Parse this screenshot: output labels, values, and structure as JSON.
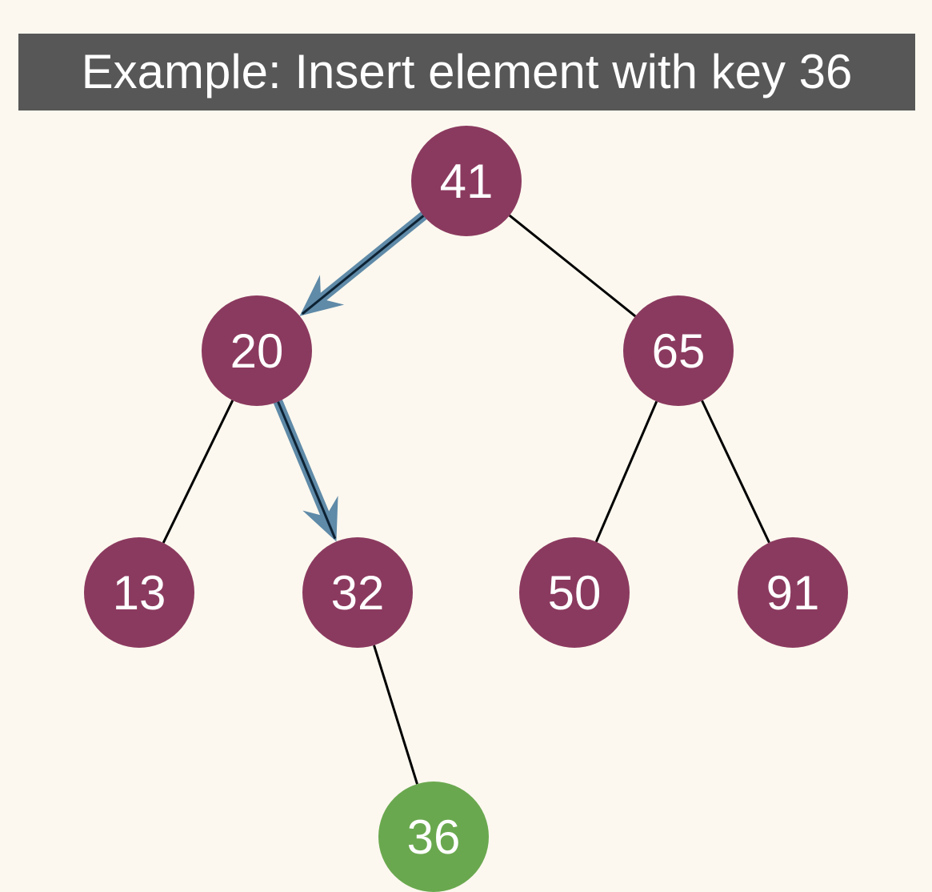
{
  "title": "Example: Insert element with key 36",
  "colors": {
    "background": "#fcf8ef",
    "title_bg": "#575757",
    "node": "#8b3a5f",
    "new_node": "#6aa84f",
    "path_arrow": "#5f8aa8",
    "edge": "#000000"
  },
  "nodes": [
    {
      "id": "n41",
      "label": "41",
      "kind": "existing"
    },
    {
      "id": "n20",
      "label": "20",
      "kind": "existing"
    },
    {
      "id": "n65",
      "label": "65",
      "kind": "existing"
    },
    {
      "id": "n13",
      "label": "13",
      "kind": "existing"
    },
    {
      "id": "n32",
      "label": "32",
      "kind": "existing"
    },
    {
      "id": "n50",
      "label": "50",
      "kind": "existing"
    },
    {
      "id": "n91",
      "label": "91",
      "kind": "existing"
    },
    {
      "id": "n36",
      "label": "36",
      "kind": "inserted"
    }
  ],
  "edges": [
    {
      "from": "n41",
      "to": "n20",
      "search_path": true
    },
    {
      "from": "n41",
      "to": "n65",
      "search_path": false
    },
    {
      "from": "n20",
      "to": "n13",
      "search_path": false
    },
    {
      "from": "n20",
      "to": "n32",
      "search_path": true
    },
    {
      "from": "n65",
      "to": "n50",
      "search_path": false
    },
    {
      "from": "n65",
      "to": "n91",
      "search_path": false
    },
    {
      "from": "n32",
      "to": "n36",
      "search_path": false
    }
  ]
}
